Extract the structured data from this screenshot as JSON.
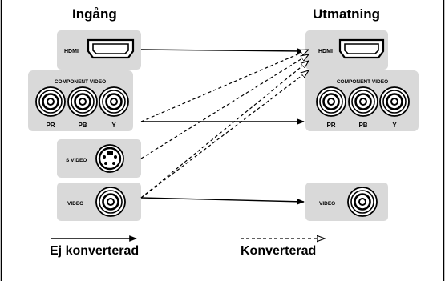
{
  "headings": {
    "input": "Ingång",
    "output": "Utmatning"
  },
  "input": {
    "hdmi": "HDMI",
    "component_video": "COMPONENT VIDEO",
    "component_jacks": [
      "PR",
      "PB",
      "Y"
    ],
    "s_video": "S VIDEO",
    "video": "VIDEO"
  },
  "output": {
    "hdmi": "HDMI",
    "component_video": "COMPONENT VIDEO",
    "component_jacks": [
      "PR",
      "PB",
      "Y"
    ],
    "video": "VIDEO"
  },
  "legend": {
    "solid": "Ej konverterad",
    "dashed": "Konverterad"
  }
}
